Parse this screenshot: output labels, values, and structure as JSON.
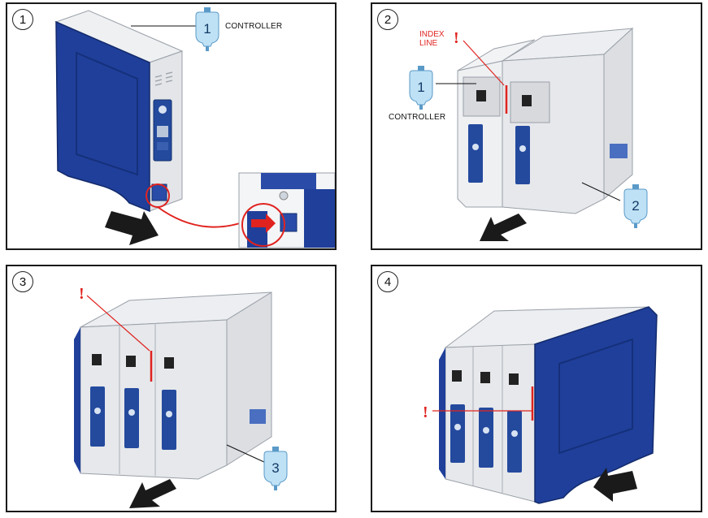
{
  "panels": [
    {
      "step": "1",
      "label": "CONTROLLER",
      "badge": "1"
    },
    {
      "step": "2",
      "label": "CONTROLLER",
      "badge_controller": "1",
      "badge_module": "2",
      "index_line": "INDEX LINE",
      "warning": "!"
    },
    {
      "step": "3",
      "badge": "3",
      "warning": "!"
    },
    {
      "step": "4",
      "warning": "!"
    }
  ],
  "colors": {
    "blue": "#1f3f9a",
    "red": "#e0231f",
    "silver": "#dcdee2",
    "badge": "#bfe1f5"
  }
}
